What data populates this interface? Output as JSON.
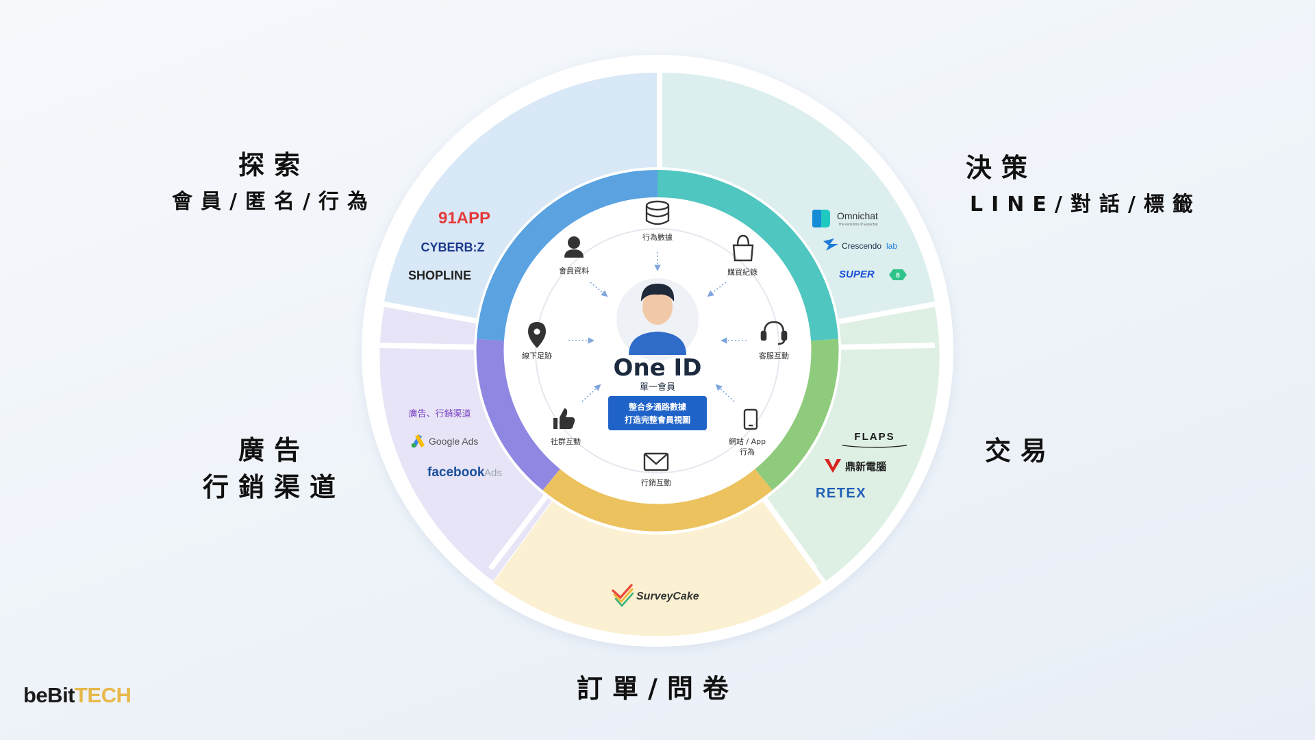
{
  "stages": {
    "explore": {
      "title": "探索",
      "subtitle": "會員/匿名/行為"
    },
    "decide": {
      "title": "決策",
      "subtitle": "LINE/對話/標籤"
    },
    "ads": {
      "title": "廣告",
      "subtitle": "行銷渠道"
    },
    "trade": {
      "title": "交易"
    },
    "order": {
      "title": "訂單/問卷"
    }
  },
  "brands": {
    "explore": [
      "91APP",
      "CYBERB:Z",
      "SHOPLINE"
    ],
    "decide": {
      "omnichat": "Omnichat",
      "omnichat_tagline": "The evolution of Easychat",
      "crescendo": "Crescendo",
      "crescendo_suffix": "lab",
      "super8": "SUPER"
    },
    "ads": {
      "category": "廣告、行銷渠道",
      "google": "Google Ads",
      "facebook": "facebook",
      "facebook_suffix": "Ads"
    },
    "trade": [
      "FLAPS",
      "鼎新電腦",
      "RETEX"
    ],
    "order": [
      "SurveyCake"
    ]
  },
  "sources": {
    "behavior": "行為數據",
    "purchase": "購買紀錄",
    "member": "會員資料",
    "service": "客服互動",
    "footprint": "線下足跡",
    "web_app_1": "網站 / App",
    "web_app_2": "行為",
    "social": "社群互動",
    "marketing": "行銷互動"
  },
  "center": {
    "title": "One ID",
    "subtitle": "單一會員",
    "box_line1": "整合多通路數據",
    "box_line2": "打造完整會員視圖"
  },
  "brand_logo": {
    "part1": "beBit",
    "part2": "TECH"
  },
  "colors": {
    "explore_outer": "#d9e8f6",
    "explore_ring": "#5aa2e0",
    "decide_outer": "#dcefee",
    "decide_ring": "#4fc6c0",
    "trade_outer": "#deefe3",
    "trade_ring": "#8fcb7c",
    "order_outer": "#fbf1d2",
    "order_ring": "#ecc25e",
    "ads_outer": "#e6e4f6",
    "ads_ring": "#8f87e2",
    "accent_blue": "#1f63c9"
  }
}
